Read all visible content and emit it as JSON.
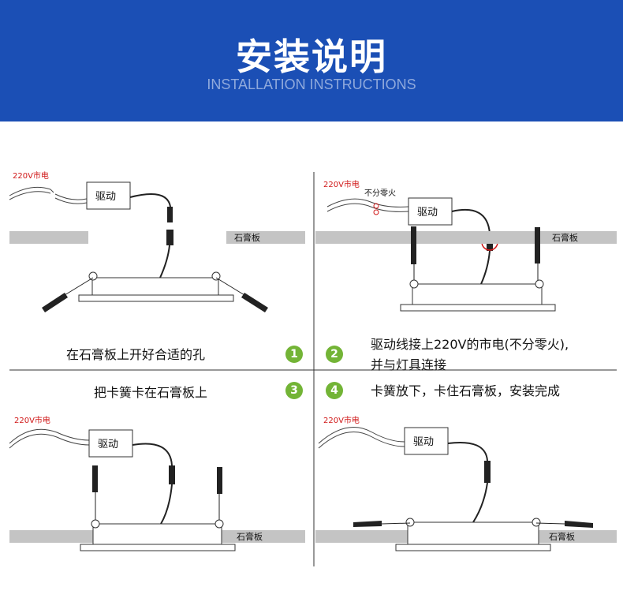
{
  "header": {
    "title": "安装说明",
    "subtitle": "INSTALLATION INSTRUCTIONS",
    "bg_color": "#1b4fb5"
  },
  "labels": {
    "mains": "220V市电",
    "driver": "驱动",
    "ceiling": "石膏板",
    "no_polarity": "不分零火"
  },
  "steps": [
    {
      "number": "1",
      "text": "在石膏板上开好合适的孔"
    },
    {
      "number": "2",
      "text_line1": "驱动线接上220V的市电(不分零火),",
      "text_line2": "并与灯具连接"
    },
    {
      "number": "3",
      "text": "把卡簧卡在石膏板上"
    },
    {
      "number": "4",
      "text": "卡簧放下，卡住石膏板，安装完成"
    }
  ],
  "colors": {
    "badge": "#73b436",
    "ceiling": "#c4c4c4",
    "mains_label": "#d01818"
  }
}
